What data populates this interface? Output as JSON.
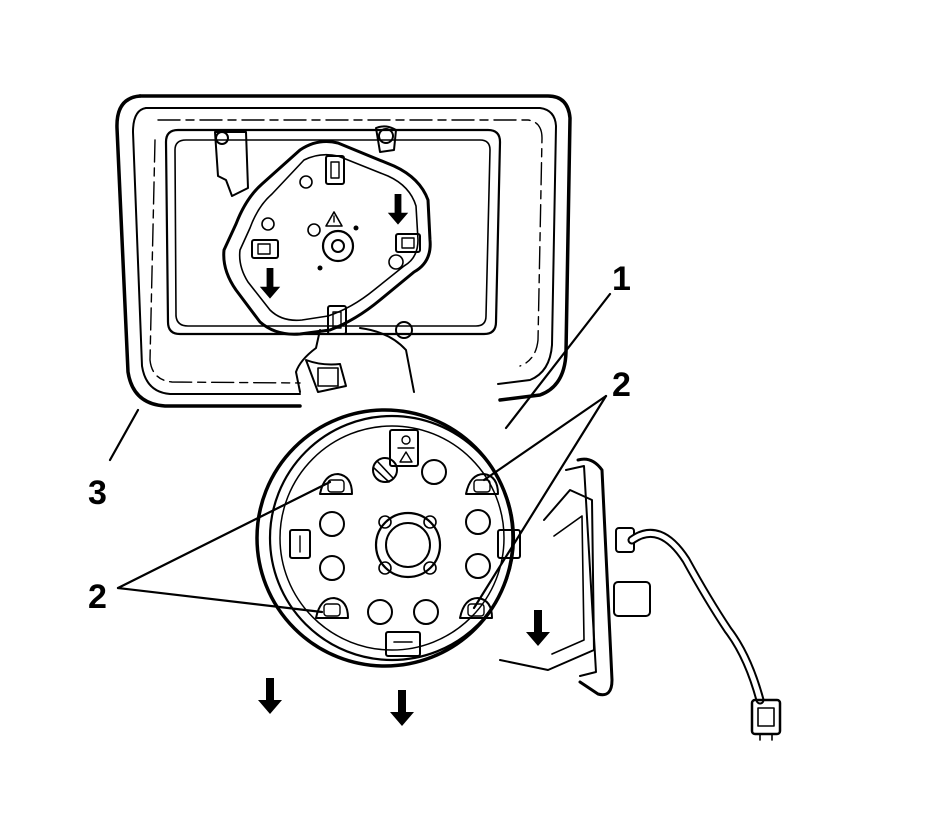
{
  "callouts": {
    "c1": "1",
    "c2_right": "2",
    "c2_left": "2",
    "c3": "3"
  },
  "colors": {
    "ink": "#000000",
    "background": "#ffffff"
  },
  "icons": [
    "down-arrow-icon",
    "warning-triangle-icon"
  ]
}
